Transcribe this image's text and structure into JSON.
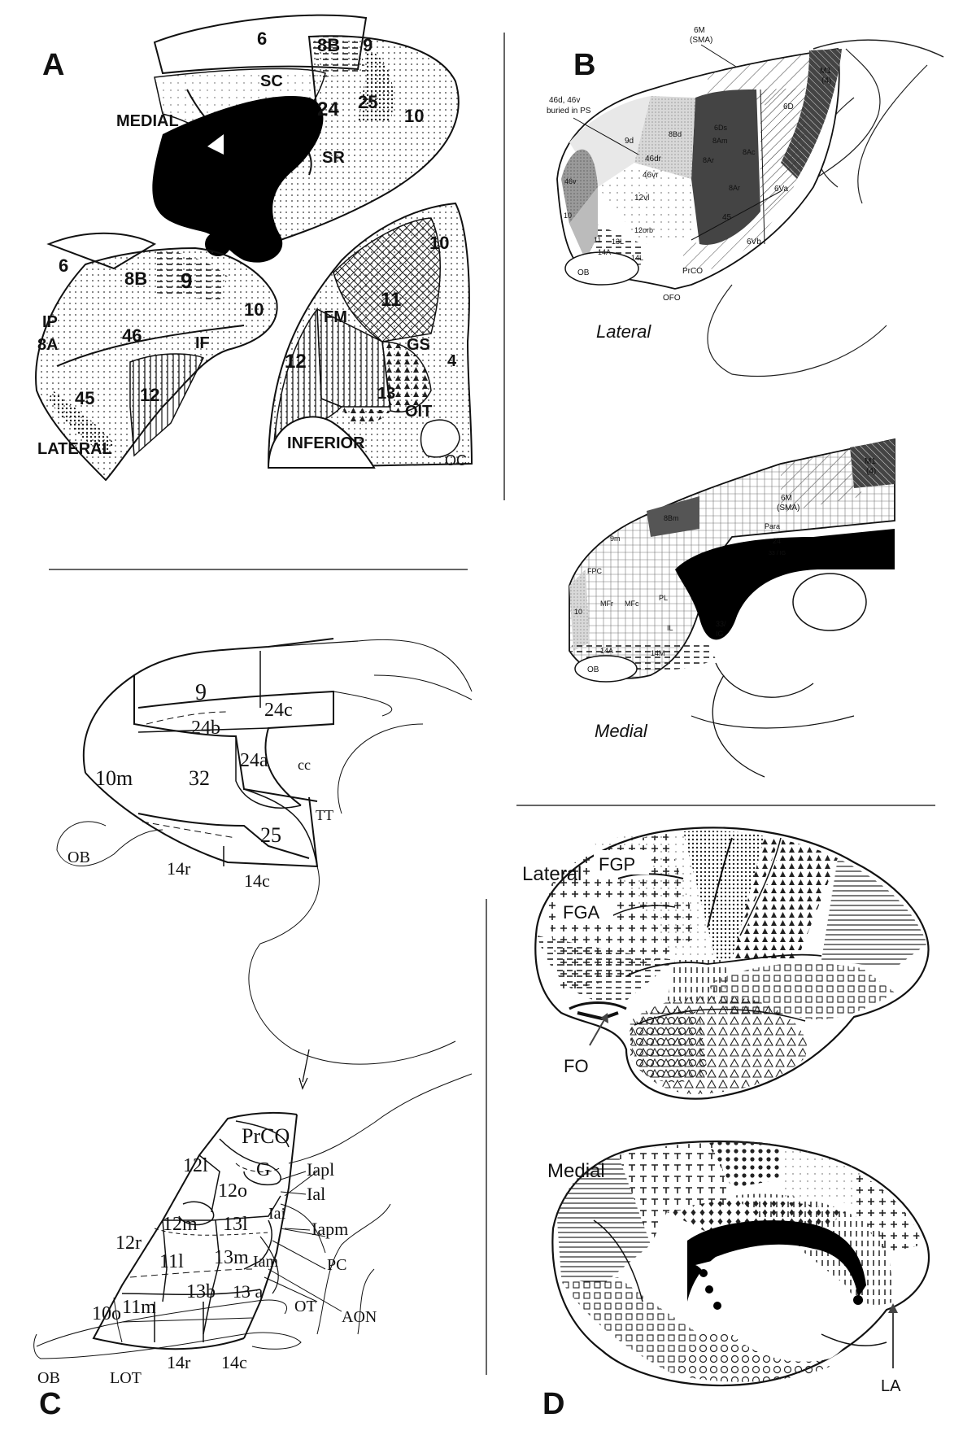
{
  "panels": {
    "A": {
      "letter": "A",
      "labels": {
        "medial": "MEDIAL",
        "lateral": "LATERAL",
        "inferior": "INFERIOR",
        "m6": "6",
        "m8B": "8B",
        "m9": "9",
        "SC": "SC",
        "m24": "24",
        "m25": "25",
        "m10": "10",
        "SR": "SR",
        "l6": "6",
        "l8B": "8B",
        "l9": "9",
        "l10": "10",
        "IP": "IP",
        "l8A": "8A",
        "l46": "46",
        "IF": "IF",
        "l45": "45",
        "l12": "12",
        "i10": "10",
        "i11": "11",
        "FM": "FM",
        "GS": "GS",
        "i12": "12",
        "i13": "13",
        "i4": "4",
        "OIT": "OIT",
        "OC": "OC"
      }
    },
    "B": {
      "letter": "B",
      "lateral_title": "Lateral",
      "medial_title": "Medial",
      "lateral_labels": {
        "sma": "6M",
        "sma2": "(SMA)",
        "ps1": "46d, 46v",
        "ps2": "buried in PS",
        "m1": "M1",
        "m1b": "(4)",
        "d6": "6D",
        "ds6": "6Ds",
        "bd8": "8Bd",
        "am8": "8Am",
        "ac8": "8Ac",
        "ar8a": "8Ar",
        "ar8b": "8Ar",
        "d9": "9d",
        "dr46": "46dr",
        "vr46": "46vr",
        "vl12": "12vl",
        "va6": "6Va",
        "a45": "45",
        "vb6": "6Vb",
        "orb12": "12orb",
        "l13": "13L",
        "l14": "14L",
        "a14": "14A",
        "o11": "11",
        "p10": "10",
        "v46": "46v",
        "prco": "PrCO",
        "ob": "OB",
        "ofo": "OFO"
      },
      "medial_labels": {
        "sma": "6M",
        "sma2": "(SMA)",
        "m1": "M1",
        "m1b": "(4)",
        "para": "Para",
        "bm8": "8Bm",
        "m9": "9m",
        "c24": "24",
        "ig": "33 / IG",
        "fpc": "FPC",
        "m10": "10",
        "mfr": "MFr",
        "mfc": "MFc",
        "pl": "PL",
        "il": "IL",
        "b33": "33/",
        "big": "IG",
        "a14": "14A",
        "m14": "14M",
        "ob": "OB"
      }
    },
    "C": {
      "letter": "C",
      "medial_labels": {
        "c9": "9",
        "c24c": "24c",
        "c24b": "24b",
        "c24a": "24a",
        "cc": "cc",
        "c10m": "10m",
        "c32": "32",
        "c25": "25",
        "tt": "TT",
        "ob": "OB",
        "c14r": "14r",
        "c14c": "14c"
      },
      "orbital_labels": {
        "prco": "PrCO",
        "g": "G",
        "iapl": "Iapl",
        "ial": "Ial",
        "c12l": "12l",
        "c12o": "12o",
        "iai": "Iai",
        "iapm": "Iapm",
        "c12r": "12r",
        "c12m": "12m",
        "c13l": "13l",
        "c11l": "11l",
        "c13m": "13m",
        "iam": "Iam",
        "pc": "PC",
        "c13b": "13b",
        "c13a": "13 a",
        "ot": "OT",
        "aon": "AON",
        "c10o": "10o",
        "c11m": "11m",
        "ob": "OB",
        "lot": "LOT",
        "c14r": "14r",
        "c14c": "14c"
      }
    },
    "D": {
      "letter": "D",
      "lateral_title": "Lateral",
      "medial_title": "Medial",
      "fgp": "FGP",
      "fga": "FGA",
      "fo": "FO",
      "la": "LA"
    }
  }
}
